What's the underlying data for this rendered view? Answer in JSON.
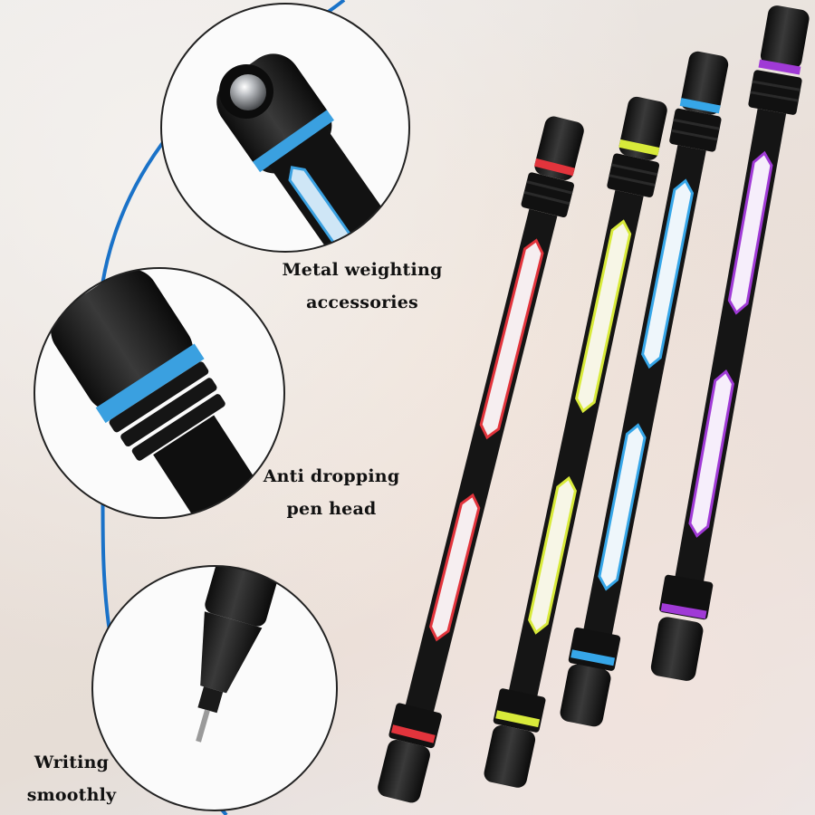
{
  "features": [
    {
      "line1": "Metal weighting",
      "line2": "accessories"
    },
    {
      "line1": "Anti dropping",
      "line2": "pen head"
    },
    {
      "line1": "Writing",
      "line2": "smoothly"
    }
  ],
  "pens": [
    {
      "color_name": "red",
      "accent": "#e2343c"
    },
    {
      "color_name": "yellow",
      "accent": "#d8ea3a"
    },
    {
      "color_name": "blue",
      "accent": "#36a6e8"
    },
    {
      "color_name": "purple",
      "accent": "#a03ad6"
    }
  ],
  "colors": {
    "ring_blue": "#3aa0e0",
    "wire_blue": "#1a72c8",
    "pen_body": "#141414"
  }
}
